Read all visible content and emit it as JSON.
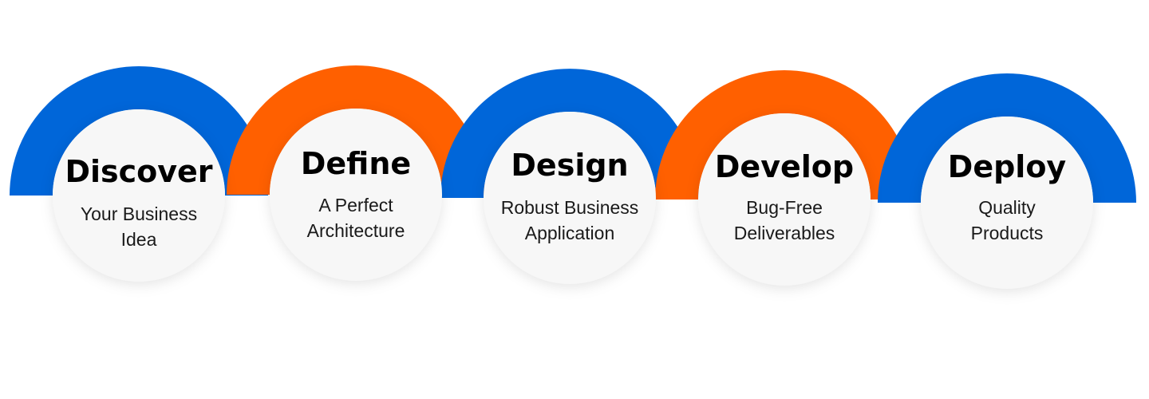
{
  "colors": {
    "blue": "#0066d9",
    "orange": "#ff6000",
    "circle": "#f7f7f7"
  },
  "steps": [
    {
      "title": "Discover",
      "subtitle": [
        "Your Business",
        "Idea"
      ],
      "color": "blue"
    },
    {
      "title": "Define",
      "subtitle": [
        "A Perfect",
        "Architecture"
      ],
      "color": "orange"
    },
    {
      "title": "Design",
      "subtitle": [
        "Robust Business",
        "Application"
      ],
      "color": "blue"
    },
    {
      "title": "Develop",
      "subtitle": [
        "Bug-Free",
        "Deliverables"
      ],
      "color": "orange"
    },
    {
      "title": "Deploy",
      "subtitle": [
        "Quality",
        "Products"
      ],
      "color": "blue"
    }
  ]
}
